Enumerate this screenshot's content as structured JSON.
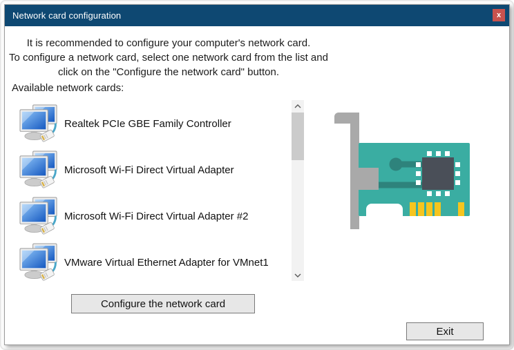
{
  "window": {
    "title": "Network card configuration",
    "close_glyph": "x"
  },
  "intro": {
    "line1": "It is recommended to configure your computer's network card.",
    "line2": "To configure a network card, select one network card from the list and",
    "line3": "click on the \"Configure the network card\" button."
  },
  "list": {
    "label": "Available network cards:",
    "items": [
      "Realtek PCIe GBE Family Controller",
      "Microsoft Wi-Fi Direct Virtual Adapter",
      "Microsoft Wi-Fi Direct Virtual Adapter #2",
      "VMware Virtual Ethernet Adapter for VMnet1"
    ]
  },
  "buttons": {
    "configure": "Configure the network card",
    "exit": "Exit"
  },
  "icons": {
    "list_item": "network-adapter-icon",
    "scroll_up": "chevron-up-icon",
    "scroll_down": "chevron-down-icon",
    "close": "close-x-icon",
    "illustration": "network-card-illustration"
  },
  "colors": {
    "titlebar": "#0e4872",
    "close_btn": "#c8524e",
    "card_teal": "#3aada2",
    "card_trace": "#2e837c",
    "card_chip": "#4a4f58",
    "card_gold": "#f6c51e",
    "card_gray": "#a9a9a9",
    "button_bg": "#e7e7e7",
    "button_border": "#787878",
    "scroll_track": "#f2f2f2",
    "scroll_thumb": "#cbcbcb"
  }
}
